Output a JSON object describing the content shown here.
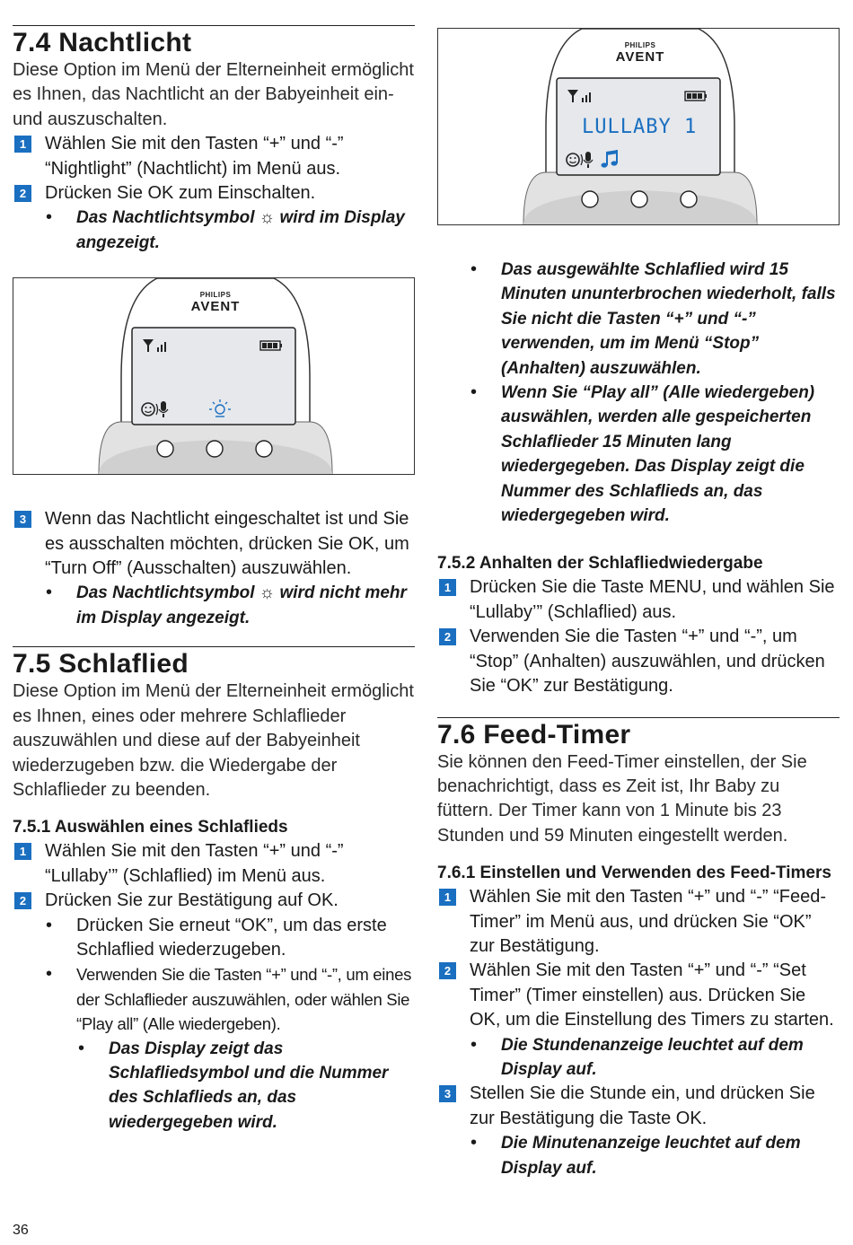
{
  "page_number": "36",
  "sec74": {
    "title": "7.4 Nachtlicht",
    "intro": "Diese Option im Menü der Elterneinheit ermöglicht es Ihnen, das Nachtlicht an der Babyeinheit ein- und auszuschalten.",
    "step1_num": "1",
    "step1": "Wählen Sie mit den Tasten “+” und “-” “Nightlight” (Nachtlicht) im Menü aus.",
    "step2_num": "2",
    "step2": "Drücken Sie OK zum Einschalten.",
    "bullet1": "Das Nachtlichtsymbol ☼ wird im Display angezeigt.",
    "step3_num": "3",
    "step3": "Wenn das Nachtlicht eingeschaltet ist und Sie es ausschalten möchten, drücken Sie OK, um “Turn Off” (Ausschalten) auszuwählen.",
    "bullet2": "Das Nachtlichtsymbol ☼ wird nicht mehr im Display angezeigt."
  },
  "device1": {
    "brand_top": "PHILIPS",
    "brand_main": "AVENT",
    "screen_text": "",
    "icon": "nightlight-icon"
  },
  "device2": {
    "brand_top": "PHILIPS",
    "brand_main": "AVENT",
    "screen_text": "LULLABY 1",
    "icon": "music-note-icon"
  },
  "sec75": {
    "title": "7.5 Schlaflied",
    "intro": "Diese Option im Menü der Elterneinheit ermöglicht es Ihnen, eines oder mehrere Schlaflieder auszuwählen und diese auf der Babyeinheit wiederzugeben bzw. die Wiedergabe der Schlaflieder zu beenden.",
    "sub1_title": "7.5.1 Auswählen eines Schlaflieds",
    "s1_num": "1",
    "s1": "Wählen Sie mit den Tasten “+” und “-” “Lullaby’” (Schlaflied) im Menü aus.",
    "s2_num": "2",
    "s2": "Drücken Sie zur Bestätigung auf OK.",
    "b1": "Drücken Sie erneut “OK”, um das erste Schlaflied wiederzugeben.",
    "b2": "Verwenden Sie die Tasten “+” und “-”, um eines der Schlaflieder auszuwählen, oder wählen Sie “Play all” (Alle wiedergeben).",
    "bb1": "Das Display zeigt das Schlafliedsymbol und die Nummer des Schlaflieds an, das wiedergegeben wird.",
    "rb1": "Das ausgewählte Schlaflied wird 15 Minuten ununterbrochen wiederholt, falls Sie nicht die Tasten “+” und “-” verwenden, um im Menü “Stop” (Anhalten) auszuwählen.",
    "rb2": "Wenn Sie “Play all” (Alle wiedergeben) auswählen, werden alle gespeicherten Schlaflieder 15 Minuten lang wiedergegeben. Das Display zeigt die Nummer des Schlaflieds an, das wiedergegeben wird.",
    "sub2_title": "7.5.2 Anhalten der Schlafliedwiedergabe",
    "t1_num": "1",
    "t1": "Drücken Sie die Taste MENU, und wählen Sie “Lullaby’” (Schlaflied) aus.",
    "t2_num": "2",
    "t2": "Verwenden Sie die Tasten “+” und “-”, um “Stop” (Anhalten) auszuwählen, und drücken Sie “OK” zur Bestätigung."
  },
  "sec76": {
    "title": "7.6 Feed-Timer",
    "intro": "Sie können den Feed-Timer einstellen, der Sie benachrichtigt, dass es Zeit ist, Ihr Baby zu füttern. Der Timer kann von 1 Minute bis 23 Stunden und 59 Minuten eingestellt werden.",
    "sub_title": "7.6.1 Einstellen und Verwenden des Feed-Timers",
    "f1_num": "1",
    "f1": "Wählen Sie mit den Tasten “+” und “-” “Feed-Timer” im Menü aus, und drücken Sie “OK” zur Bestätigung.",
    "f2_num": "2",
    "f2": "Wählen Sie mit den Tasten “+” und “-” “Set Timer” (Timer einstellen) aus. Drücken Sie OK, um die Einstellung des Timers zu starten.",
    "fb1": "Die Stundenanzeige leuchtet auf dem Display auf.",
    "f3_num": "3",
    "f3": "Stellen Sie die Stunde ein, und drücken Sie zur Bestätigung die Taste OK.",
    "fb2": "Die Minutenanzeige leuchtet auf dem Display auf."
  }
}
